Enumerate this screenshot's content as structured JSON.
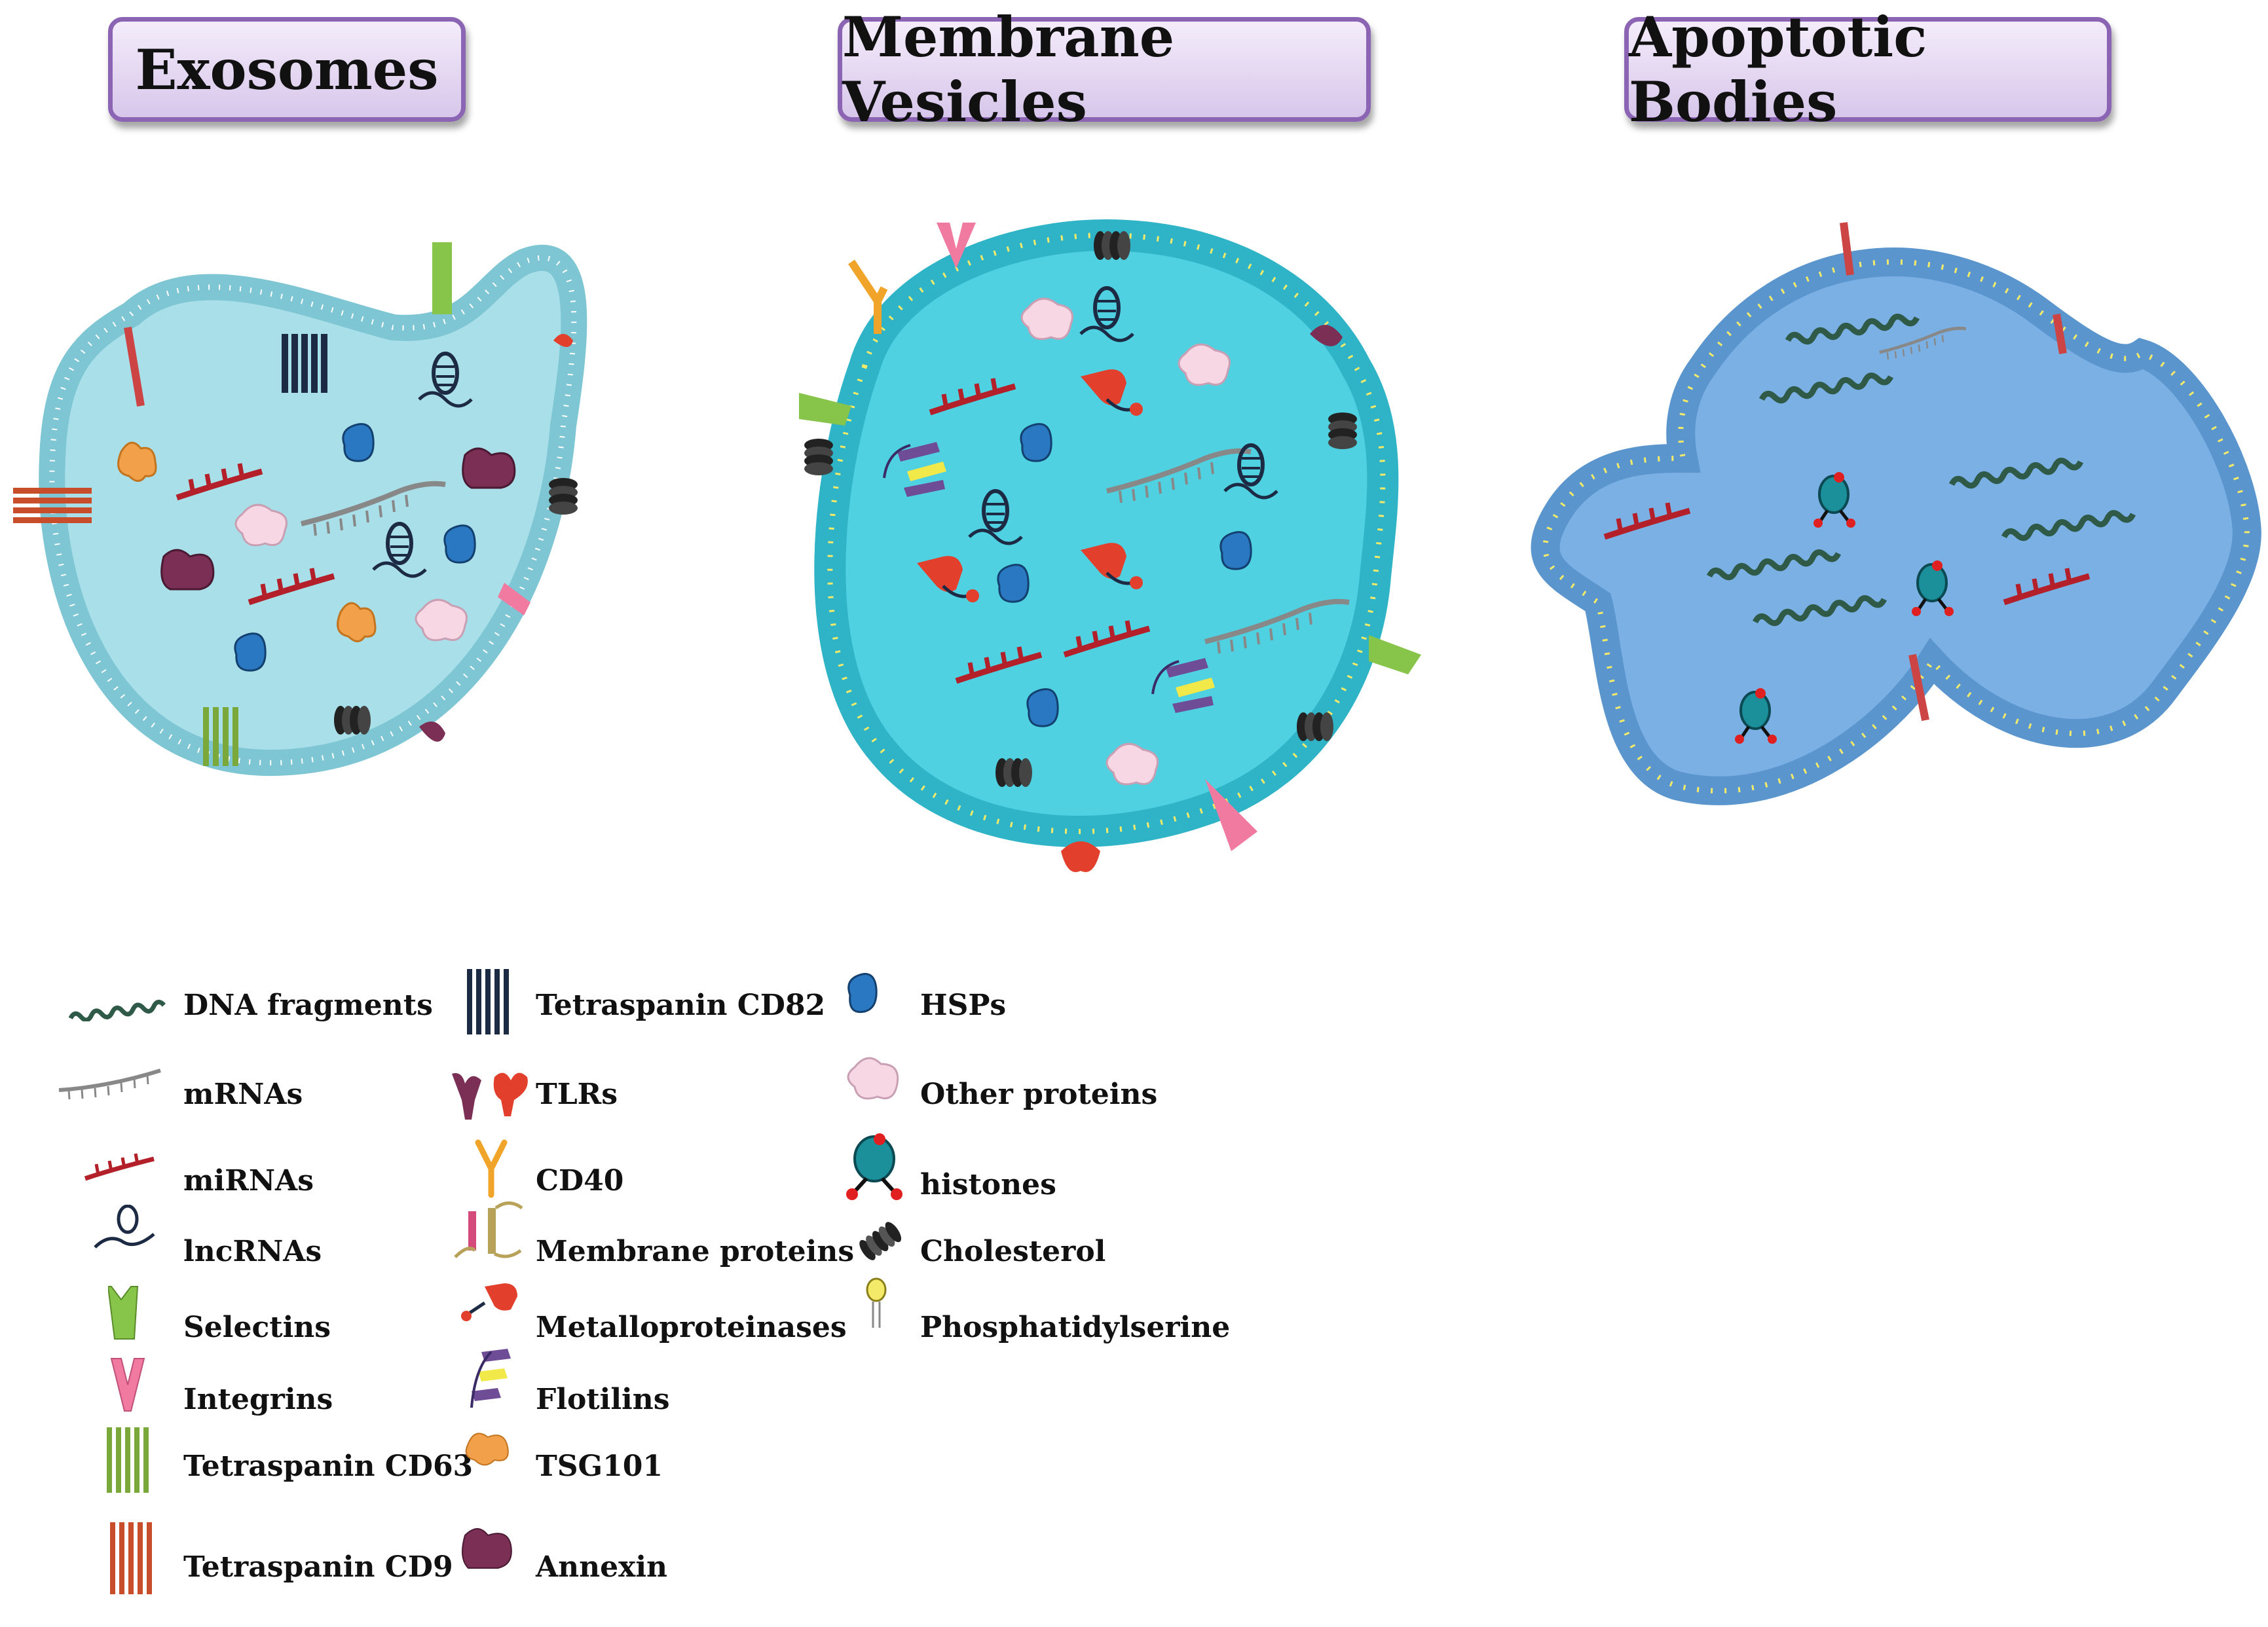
{
  "titles": {
    "exosomes": "Exosomes",
    "membrane_vesicles": "Membrane Vesicles",
    "apoptotic_bodies": "Apoptotic Bodies"
  },
  "legend": {
    "col1": [
      {
        "icon": "dna-fragments-icon",
        "label": "DNA fragments"
      },
      {
        "icon": "mrna-icon",
        "label": "mRNAs"
      },
      {
        "icon": "mirna-icon",
        "label": "miRNAs"
      },
      {
        "icon": "lncrna-icon",
        "label": "lncRNAs"
      },
      {
        "icon": "selectin-icon",
        "label": "Selectins"
      },
      {
        "icon": "integrin-icon",
        "label": "Integrins"
      },
      {
        "icon": "tetraspanin-cd63-icon",
        "label": "Tetraspanin CD63"
      },
      {
        "icon": "tetraspanin-cd9-icon",
        "label": "Tetraspanin CD9"
      }
    ],
    "col2": [
      {
        "icon": "tetraspanin-cd82-icon",
        "label": "Tetraspanin CD82"
      },
      {
        "icon": "tlr-icon",
        "label": "TLRs"
      },
      {
        "icon": "cd40-icon",
        "label": "CD40"
      },
      {
        "icon": "membrane-protein-icon",
        "label": "Membrane proteins"
      },
      {
        "icon": "metalloproteinase-icon",
        "label": "Metalloproteinases"
      },
      {
        "icon": "flotilin-icon",
        "label": "Flotilins"
      },
      {
        "icon": "tsg101-icon",
        "label": "TSG101"
      },
      {
        "icon": "annexin-icon",
        "label": "Annexin"
      }
    ],
    "col3": [
      {
        "icon": "hsp-icon",
        "label": "HSPs"
      },
      {
        "icon": "other-protein-icon",
        "label": "Other proteins"
      },
      {
        "icon": "histone-icon",
        "label": "histones"
      },
      {
        "icon": "cholesterol-icon",
        "label": "Cholesterol"
      },
      {
        "icon": "phosphatidylserine-icon",
        "label": "Phosphatidylserine"
      }
    ]
  },
  "colors": {
    "exosome_fill": "#a9dfe9",
    "vesicle_fill": "#4fd1e2",
    "apoptotic_fill": "#7ab0e3",
    "mirna": "#b3202a",
    "hsp": "#2a78c2",
    "annexin": "#7b2f55",
    "tsg101": "#f3a04b",
    "selectin": "#86c44a",
    "integrin": "#f07aa0",
    "cd40": "#f0a52a",
    "metalloproteinase": "#e2402c",
    "dna": "#2f5a48",
    "phosphatidylserine": "#f4ea6a"
  }
}
